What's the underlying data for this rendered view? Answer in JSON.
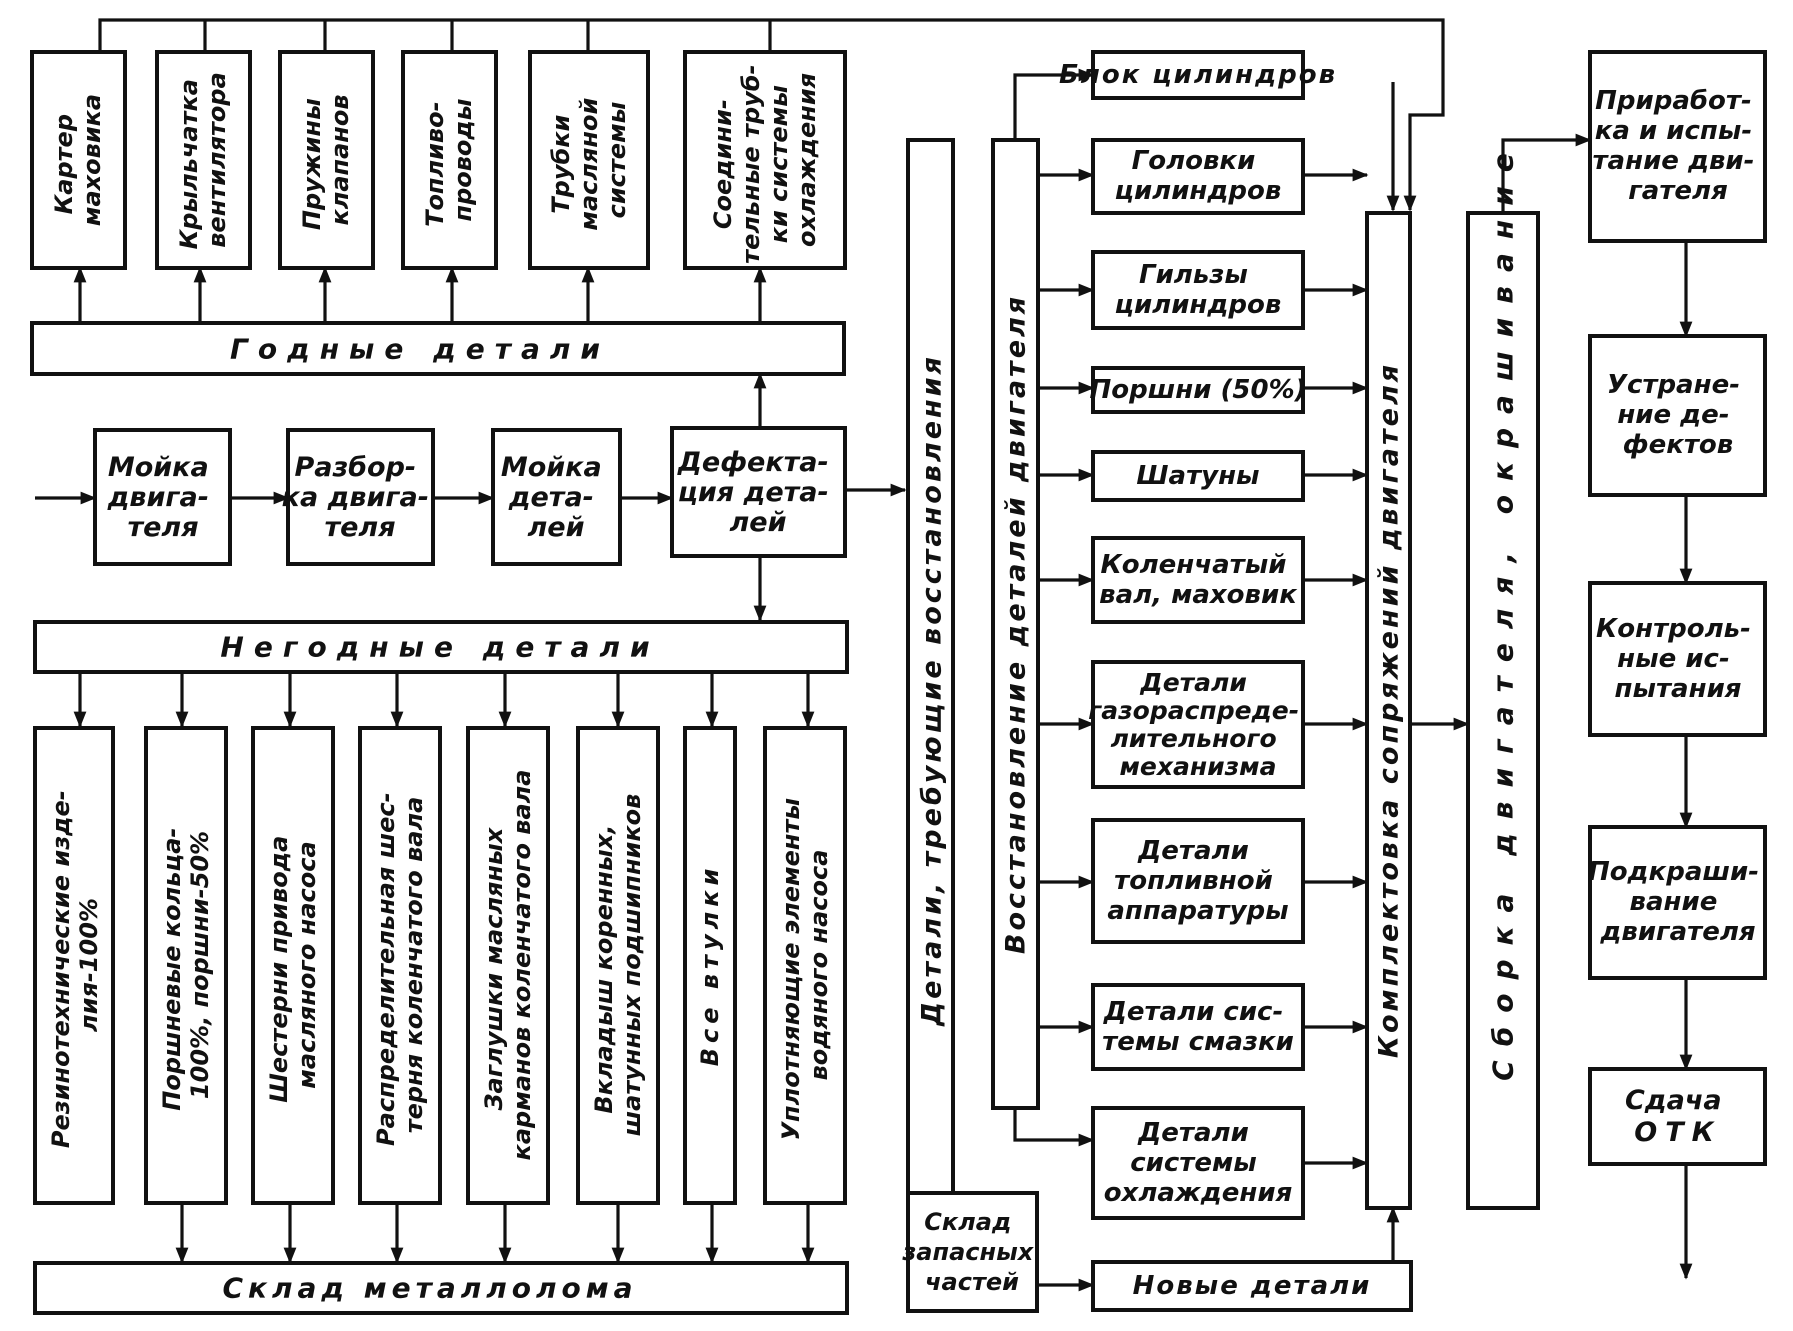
{
  "top_boxes": [
    [
      "Картер",
      "маховика"
    ],
    [
      "Крыльчатка",
      "вентилятора"
    ],
    [
      "Пружины",
      "клапанов"
    ],
    [
      "Топливо-",
      "проводы"
    ],
    [
      "Трубки",
      "масляной",
      "системы"
    ],
    [
      "Соедини-",
      "тельные труб-",
      "ки системы",
      "охлаждения"
    ]
  ],
  "good_parts": "Годные детали",
  "bad_parts": "Негодные детали",
  "scrap_warehouse": "Склад металлолома",
  "process": [
    [
      "Мойка",
      "двига-",
      "теля"
    ],
    [
      "Разбор-",
      "ка двига-",
      "теля"
    ],
    [
      "Мойка",
      "дета-",
      "лей"
    ],
    [
      "Дефекта-",
      "ция дета-",
      "лей"
    ]
  ],
  "scrap_boxes": [
    [
      "Резинотехнические изде-",
      "лия-100%"
    ],
    [
      "Поршневые кольца-",
      "100%, поршни-50%"
    ],
    [
      "Шестерни привода",
      "масляного насоса"
    ],
    [
      "Распределительная шес-",
      "терня коленчатого вала"
    ],
    [
      "Заглушки масляных",
      "карманов коленчатого вала"
    ],
    [
      "Вкладыш коренных,",
      "шатунных подшипников"
    ],
    [
      "Все втулки"
    ],
    [
      "Уплотняющие элементы",
      "водяного насоса"
    ]
  ],
  "restore_required": "Детали, требующие восстановления",
  "restoration": "Восстановление деталей двигателя",
  "kitting": "Комплектовка сопряжений двигателя",
  "assembly": "Сборка двигателя, окрашивание",
  "restored_parts": [
    [
      "Блок цилиндров"
    ],
    [
      "Головки",
      "цилиндров"
    ],
    [
      "Гильзы",
      "цилиндров"
    ],
    [
      "Поршни (50%)"
    ],
    [
      "Шатуны"
    ],
    [
      "Коленчатый",
      "вал, маховик"
    ],
    [
      "Детали",
      "газораспреде-",
      "лительного",
      "механизма"
    ],
    [
      "Детали",
      "топливной",
      "аппаратуры"
    ],
    [
      "Детали сис-",
      "темы смазки"
    ],
    [
      "Детали",
      "системы",
      "охлаждения"
    ]
  ],
  "spare_warehouse": [
    "Склад",
    "запасных",
    "частей"
  ],
  "new_parts": "Новые детали",
  "final_steps": [
    [
      "Приработ-",
      "ка и испы-",
      "тание дви-",
      "гателя"
    ],
    [
      "Устране-",
      "ние де-",
      "фектов"
    ],
    [
      "Контроль-",
      "ные ис-",
      "пытания"
    ],
    [
      "Подкраши-",
      "вание",
      "двигателя"
    ],
    [
      "Сдача",
      "ОТК"
    ]
  ]
}
